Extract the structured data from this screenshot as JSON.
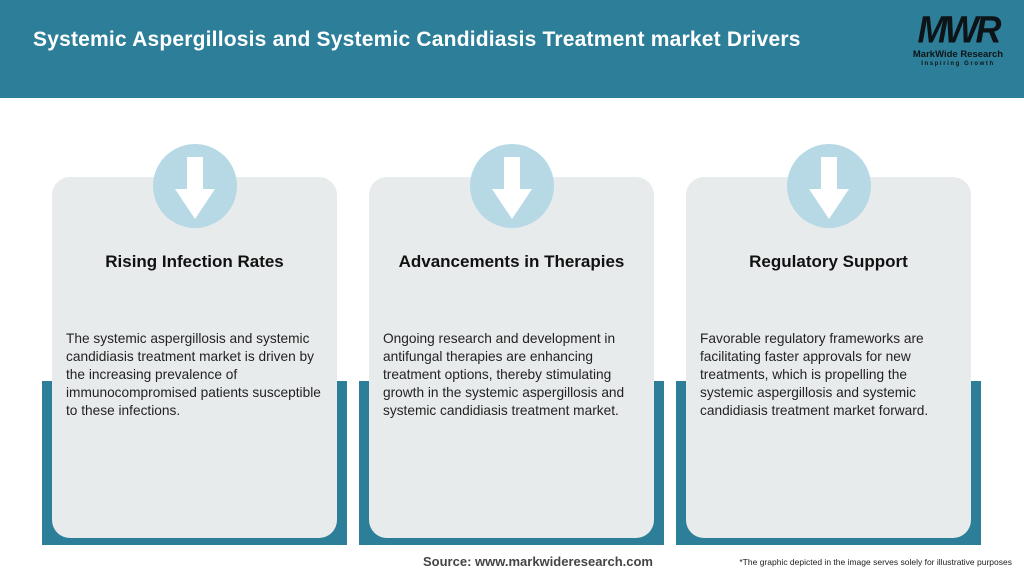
{
  "header": {
    "title": "Systemic Aspergillosis and Systemic Candidiasis Treatment market Drivers",
    "logo": {
      "mark": "MWR",
      "name": "MarkWide Research",
      "tagline": "Inspiring Growth"
    }
  },
  "cards": [
    {
      "icon": "down-arrow-icon",
      "title": "Rising Infection Rates",
      "description": "The systemic aspergillosis and systemic candidiasis treatment market is driven by the increasing prevalence of immunocompromised patients susceptible to these infections."
    },
    {
      "icon": "down-arrow-icon",
      "title": "Advancements in Therapies",
      "description": "Ongoing research and development in antifungal therapies are enhancing treatment options, thereby stimulating growth in the systemic aspergillosis and systemic candidiasis treatment market."
    },
    {
      "icon": "down-arrow-icon",
      "title": "Regulatory Support",
      "description": "Favorable regulatory frameworks are facilitating faster approvals for new treatments, which is propelling the systemic aspergillosis and systemic candidiasis treatment market forward."
    }
  ],
  "footer": {
    "source": "Source: www.markwideresearch.com",
    "disclaimer": "*The graphic depicted in the image serves solely for illustrative purposes"
  },
  "colors": {
    "header_teal": "#2D7F99",
    "band_teal": "#2D7F99",
    "card_bg": "#E8EBEC",
    "circle_blue": "#B7D9E6",
    "title_text": "#111111",
    "body_text": "#232323",
    "header_text": "#FFFFFF"
  }
}
